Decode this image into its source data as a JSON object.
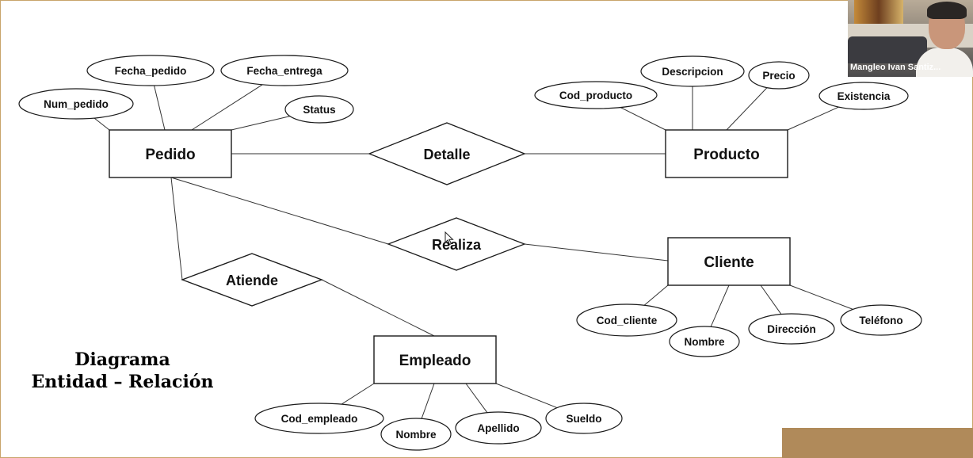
{
  "diagram": {
    "entities": [
      {
        "id": "pedido",
        "label": "Pedido"
      },
      {
        "id": "producto",
        "label": "Producto"
      },
      {
        "id": "cliente",
        "label": "Cliente"
      },
      {
        "id": "empleado",
        "label": "Empleado"
      }
    ],
    "relationships": [
      {
        "id": "detalle",
        "label": "Detalle",
        "connects": [
          "pedido",
          "producto"
        ]
      },
      {
        "id": "realiza",
        "label": "Realiza",
        "connects": [
          "pedido",
          "cliente"
        ]
      },
      {
        "id": "atiende",
        "label": "Atiende",
        "connects": [
          "pedido",
          "empleado"
        ]
      }
    ],
    "attributes": [
      {
        "id": "num_pedido",
        "label": "Num_pedido",
        "entity": "pedido"
      },
      {
        "id": "fecha_pedido",
        "label": "Fecha_pedido",
        "entity": "pedido"
      },
      {
        "id": "fecha_entrega",
        "label": "Fecha_entrega",
        "entity": "pedido"
      },
      {
        "id": "status",
        "label": "Status",
        "entity": "pedido"
      },
      {
        "id": "cod_producto",
        "label": "Cod_producto",
        "entity": "producto"
      },
      {
        "id": "descripcion",
        "label": "Descripcion",
        "entity": "producto"
      },
      {
        "id": "precio",
        "label": "Precio",
        "entity": "producto"
      },
      {
        "id": "existencia",
        "label": "Existencia",
        "entity": "producto"
      },
      {
        "id": "cod_cliente",
        "label": "Cod_cliente",
        "entity": "cliente"
      },
      {
        "id": "nombre_cliente",
        "label": "Nombre",
        "entity": "cliente"
      },
      {
        "id": "direccion",
        "label": "Dirección",
        "entity": "cliente"
      },
      {
        "id": "telefono",
        "label": "Teléfono",
        "entity": "cliente"
      },
      {
        "id": "cod_empleado",
        "label": "Cod_empleado",
        "entity": "empleado"
      },
      {
        "id": "nombre_empleado",
        "label": "Nombre",
        "entity": "empleado"
      },
      {
        "id": "apellido",
        "label": "Apellido",
        "entity": "empleado"
      },
      {
        "id": "sueldo",
        "label": "Sueldo",
        "entity": "empleado"
      }
    ],
    "caption": {
      "line1": "Diagrama",
      "line2": "Entidad – Relación"
    }
  },
  "video_tile": {
    "participant_name": "Mangleo Ivan Santiz..."
  },
  "colors": {
    "accent_bar": "#b08a5a",
    "frame": "#c8a46a"
  }
}
